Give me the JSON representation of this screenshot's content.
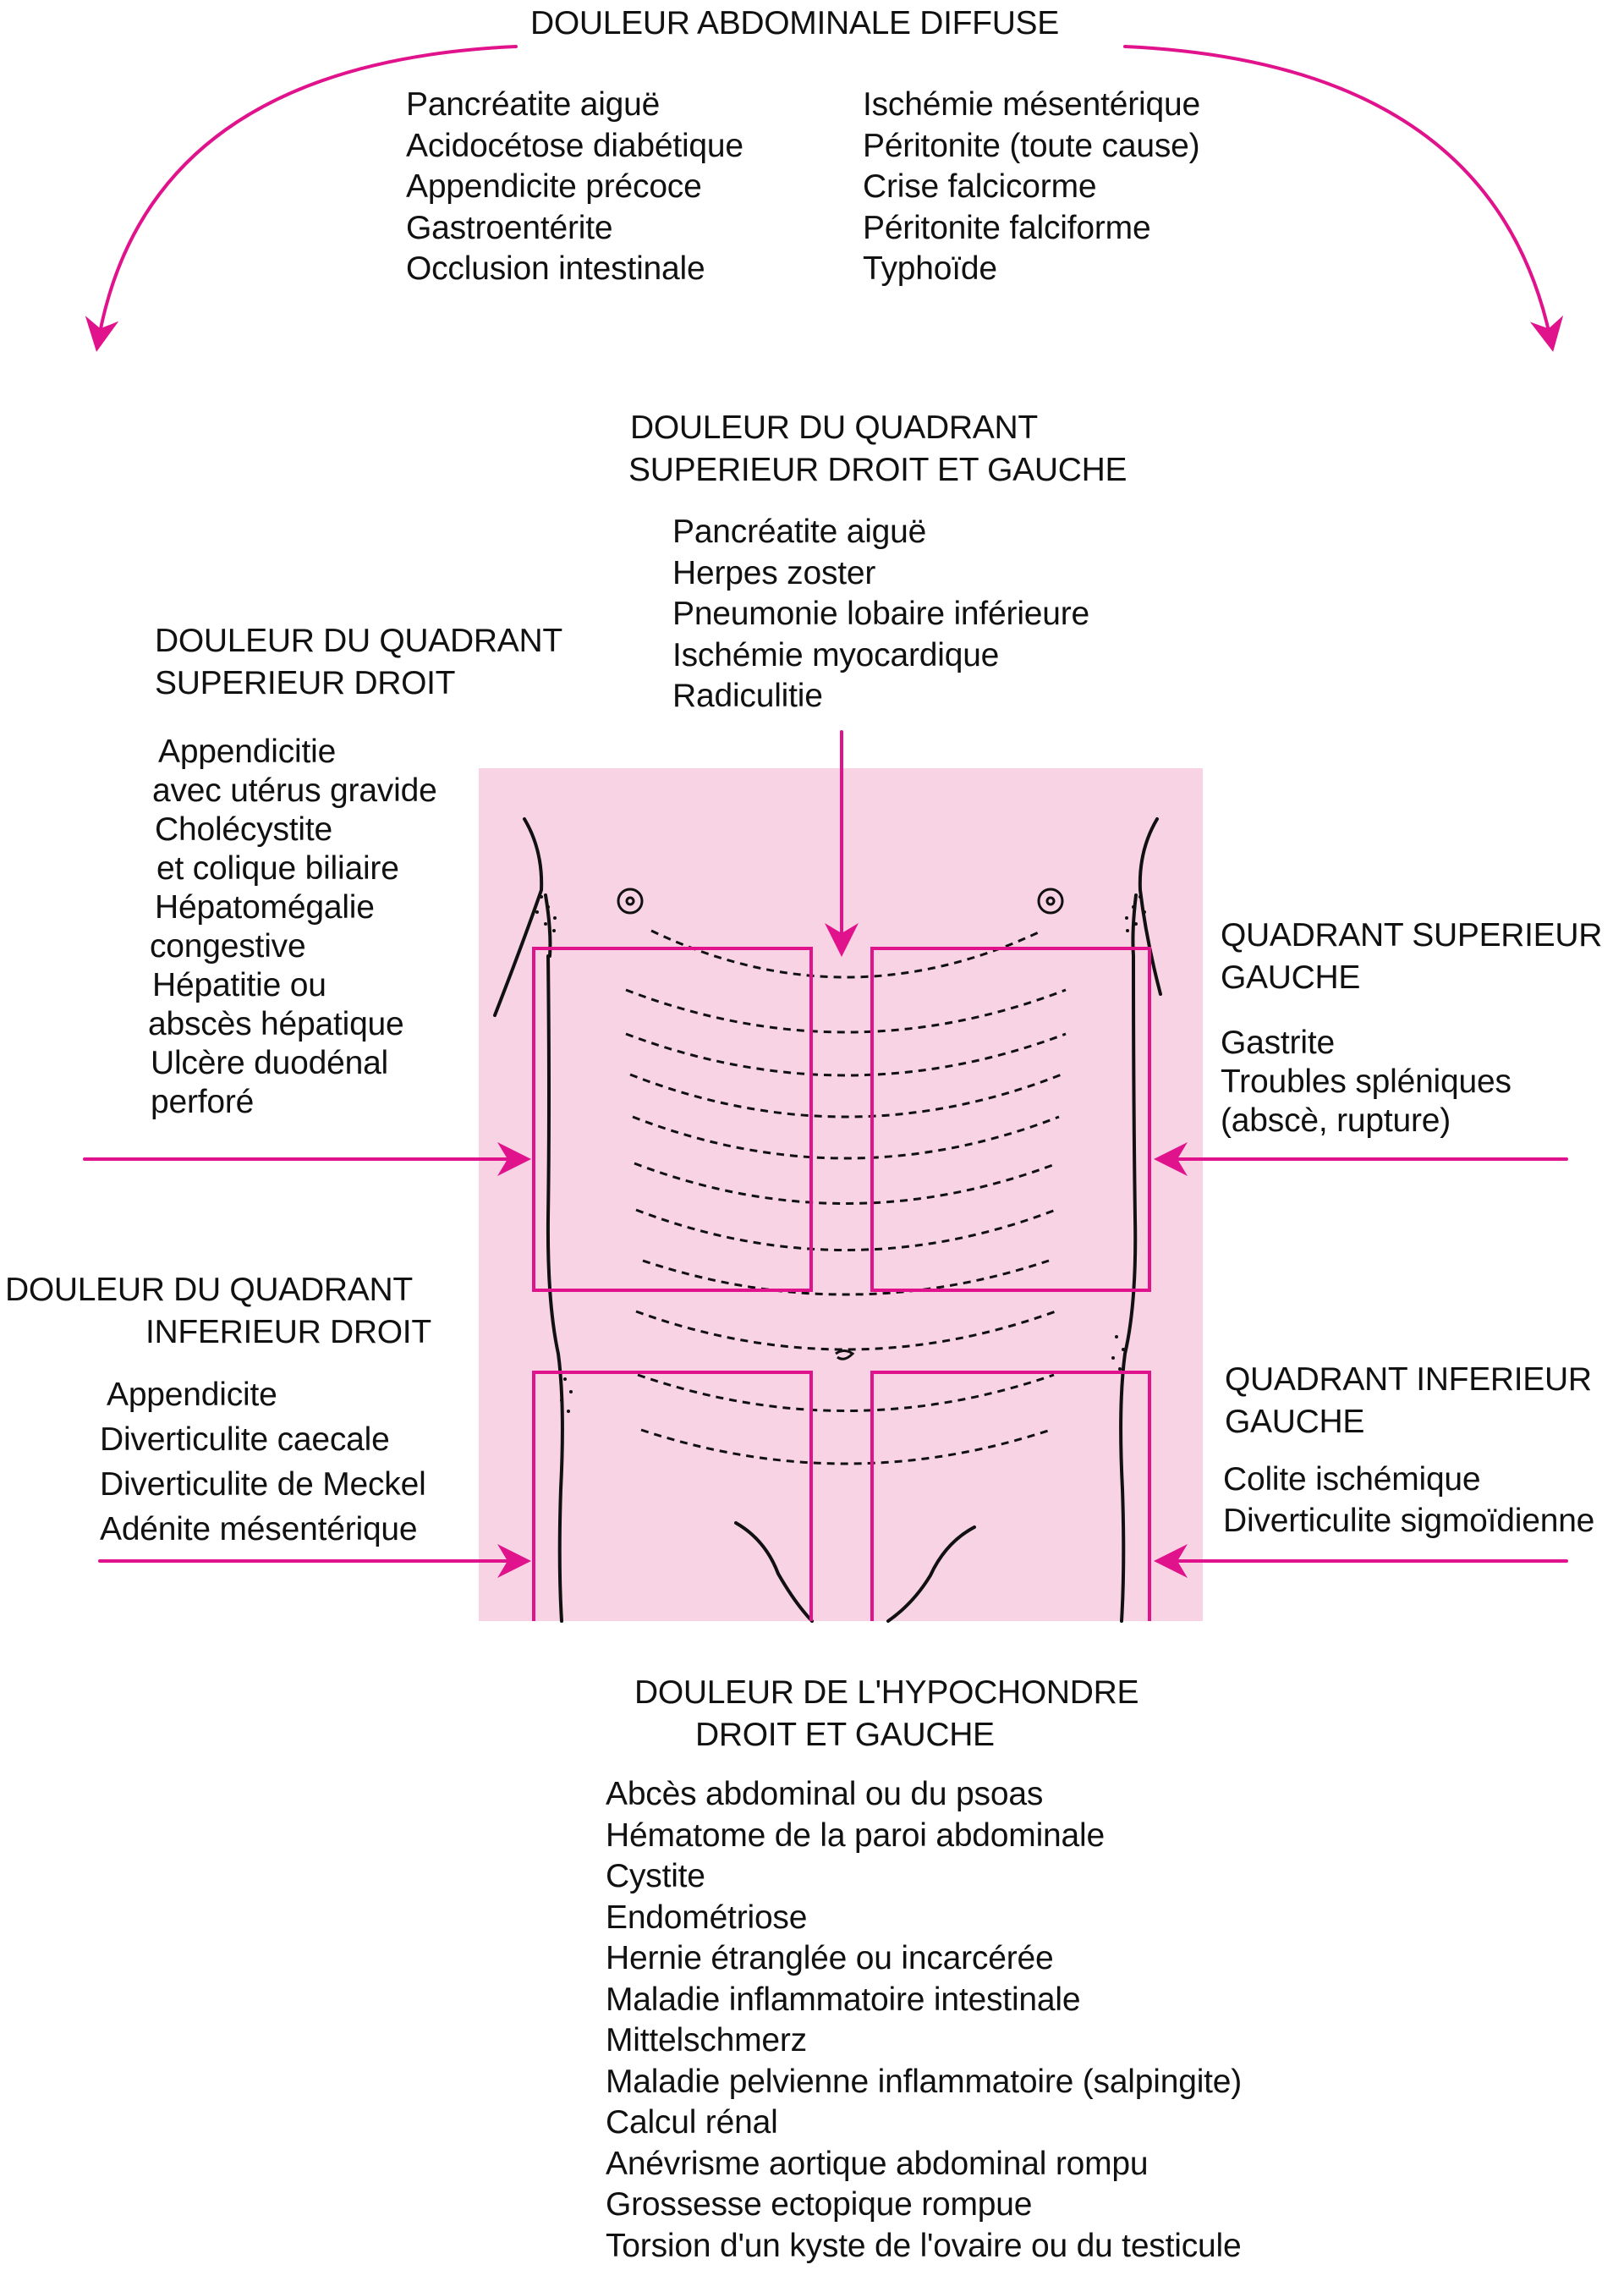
{
  "diffuse": {
    "title": "DOULEUR ABDOMINALE DIFFUSE",
    "left": [
      "Pancréatite aiguë",
      "Acidocétose diabétique",
      "Appendicite précoce",
      "Gastroentérite",
      "Occlusion intestinale"
    ],
    "right": [
      "Ischémie mésentérique",
      "Péritonite (toute cause)",
      "Crise falcicorme",
      "Péritonite falciforme",
      "Typhoïde"
    ]
  },
  "upper_both": {
    "title_line1": "DOULEUR DU QUADRANT",
    "title_line2": "SUPERIEUR DROIT ET GAUCHE",
    "items": [
      "Pancréatite aiguë",
      "Herpes zoster",
      "Pneumonie lobaire inférieure",
      "Ischémie myocardique",
      "Radiculitie"
    ]
  },
  "upper_right": {
    "title_line1": "DOULEUR DU QUADRANT",
    "title_line2": "SUPERIEUR DROIT",
    "items": [
      "Appendicitie",
      "avec utérus gravide",
      "Cholécystite",
      "et colique biliaire",
      "Hépatomégalie",
      "congestive",
      "Hépatitie ou",
      "abscès hépatique",
      "Ulcère duodénal",
      "perforé"
    ]
  },
  "upper_left": {
    "title_line1": "QUADRANT SUPERIEUR",
    "title_line2": "GAUCHE",
    "items": [
      "Gastrite",
      "Troubles spléniques",
      "(abscè, rupture)"
    ]
  },
  "lower_right": {
    "title_line1": "DOULEUR DU QUADRANT",
    "title_line2": "INFERIEUR DROIT",
    "items": [
      "Appendicite",
      "Diverticulite caecale",
      "Diverticulite de Meckel",
      "Adénite mésentérique"
    ]
  },
  "lower_left": {
    "title_line1": "QUADRANT INFERIEUR",
    "title_line2": "GAUCHE",
    "items": [
      "Colite ischémique",
      "Diverticulite sigmoïdienne"
    ]
  },
  "hypochondre": {
    "title_line1": "DOULEUR DE L'HYPOCHONDRE",
    "title_line2": "DROIT ET GAUCHE",
    "items": [
      "Abcès abdominal ou du psoas",
      "Hématome de la paroi abdominale",
      "Cystite",
      "Endométriose",
      "Hernie étranglée ou incarcérée",
      "Maladie inflammatoire intestinale",
      "Mittelschmerz",
      "Maladie pelvienne inflammatoire (salpingite)",
      "Calcul rénal",
      "Anévrisme aortique abdominal rompu",
      "Grossesse ectopique rompue",
      "Torsion d'un kyste de l'ovaire ou du testicule"
    ]
  },
  "colors": {
    "accent": "#e0138c",
    "panel": "#f8d3e3",
    "ink": "#111111"
  }
}
